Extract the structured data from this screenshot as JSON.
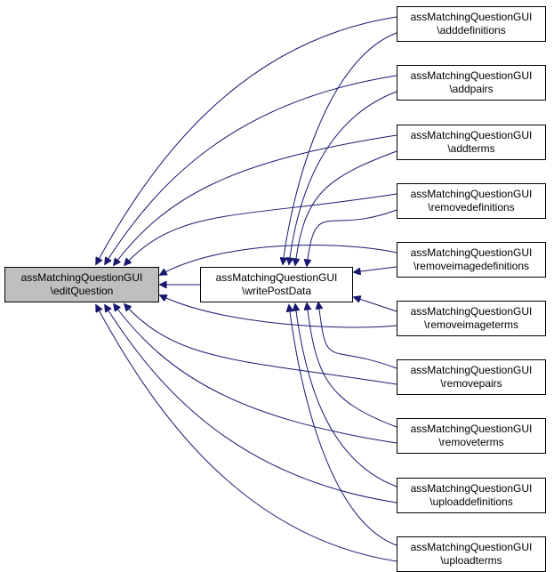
{
  "diagram": {
    "type": "doxygen-caller-graph",
    "edge_color": "#191970",
    "focus_fill": "#bfbfbf",
    "nodes": {
      "edit": {
        "line1": "assMatchingQuestionGUI",
        "line2": "\\editQuestion",
        "focus": true
      },
      "write": {
        "line1": "assMatchingQuestionGUI",
        "line2": "\\writePostData",
        "focus": false
      },
      "callers": [
        {
          "id": "adddefinitions",
          "line1": "assMatchingQuestionGUI",
          "line2": "\\adddefinitions",
          "calls_edit": true,
          "calls_write": true
        },
        {
          "id": "addpairs",
          "line1": "assMatchingQuestionGUI",
          "line2": "\\addpairs",
          "calls_edit": true,
          "calls_write": true
        },
        {
          "id": "addterms",
          "line1": "assMatchingQuestionGUI",
          "line2": "\\addterms",
          "calls_edit": true,
          "calls_write": true
        },
        {
          "id": "removedefinitions",
          "line1": "assMatchingQuestionGUI",
          "line2": "\\removedefinitions",
          "calls_edit": true,
          "calls_write": true
        },
        {
          "id": "removeimagedefinitions",
          "line1": "assMatchingQuestionGUI",
          "line2": "\\removeimagedefinitions",
          "calls_edit": true,
          "calls_write": true
        },
        {
          "id": "removeimageterms",
          "line1": "assMatchingQuestionGUI",
          "line2": "\\removeimageterms",
          "calls_edit": true,
          "calls_write": true
        },
        {
          "id": "removepairs",
          "line1": "assMatchingQuestionGUI",
          "line2": "\\removepairs",
          "calls_edit": true,
          "calls_write": true
        },
        {
          "id": "removeterms",
          "line1": "assMatchingQuestionGUI",
          "line2": "\\removeterms",
          "calls_edit": true,
          "calls_write": true
        },
        {
          "id": "uploaddefinitions",
          "line1": "assMatchingQuestionGUI",
          "line2": "\\uploaddefinitions",
          "calls_edit": true,
          "calls_write": true
        },
        {
          "id": "uploadterms",
          "line1": "assMatchingQuestionGUI",
          "line2": "\\uploadterms",
          "calls_edit": true,
          "calls_write": true
        }
      ]
    },
    "edges": [
      {
        "from": "write",
        "to": "edit"
      }
    ]
  }
}
